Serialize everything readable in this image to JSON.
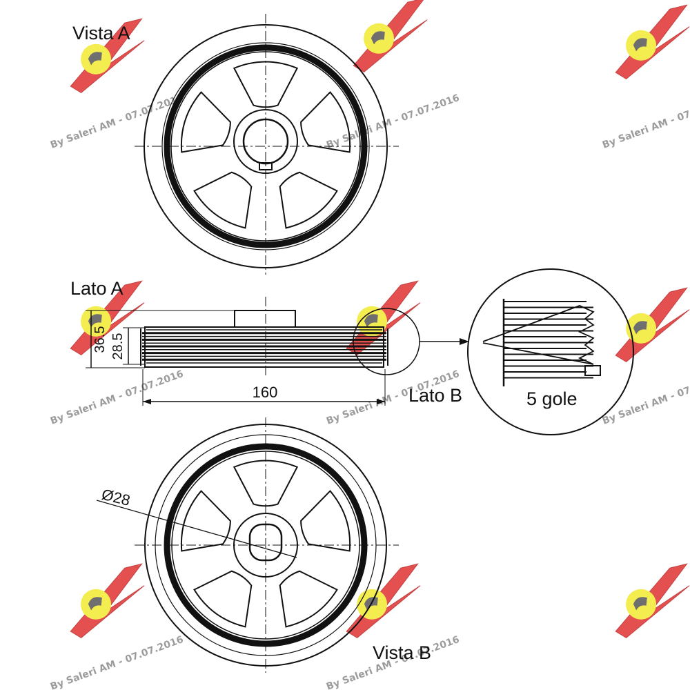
{
  "labels": {
    "vista_a": "Vista A",
    "lato_a": "Lato A",
    "lato_b": "Lato B",
    "vista_b": "Vista B",
    "grooves": "5 gole"
  },
  "dimensions": {
    "width": "160",
    "outer_height": "36.5",
    "inner_height": "28.5",
    "bore_diameter": "Ø28"
  },
  "watermark": {
    "text": "By Saleri AM - 07.07.2016",
    "colors": {
      "wing": "#e03030",
      "sun": "#f2ea30",
      "text": "#8a8a8a"
    }
  },
  "drawing": {
    "line_color": "#111111",
    "spoke_count": 5,
    "grooves_count": 5
  }
}
